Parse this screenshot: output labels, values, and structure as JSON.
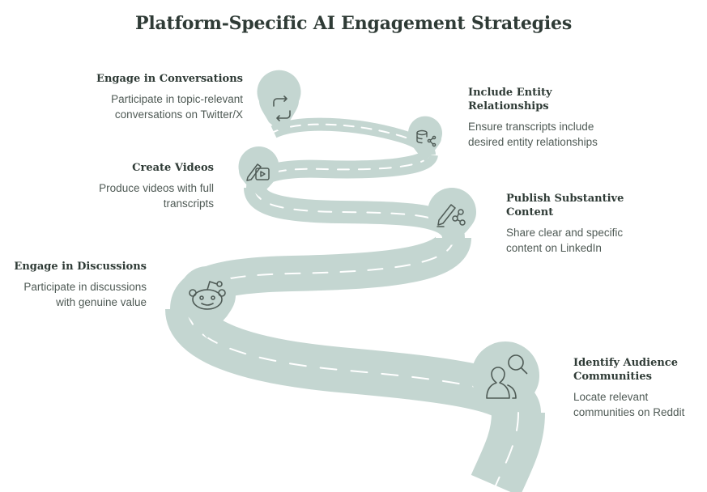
{
  "title": "Platform-Specific AI Engagement Strategies",
  "colors": {
    "road": "#c4d6d1",
    "pin": "#c4d6d1",
    "dash": "#ffffff",
    "icon": "#4f5b56",
    "heading": "#2f3b36",
    "body": "#4f5a55"
  },
  "steps": [
    {
      "id": "conversations",
      "heading": "Engage in Conversations",
      "text": "Participate in topic-relevant conversations on Twitter/X",
      "icon": "repost-icon"
    },
    {
      "id": "entity",
      "heading": "Include Entity Relationships",
      "text": "Ensure transcripts include desired entity relationships",
      "icon": "database-share-icon"
    },
    {
      "id": "videos",
      "heading": "Create Videos",
      "text": "Produce videos with full transcripts",
      "icon": "video-edit-icon"
    },
    {
      "id": "publish",
      "heading": "Publish Substantive Content",
      "text": "Share clear and specific content on LinkedIn",
      "icon": "pen-share-icon"
    },
    {
      "id": "discussions",
      "heading": "Engage in Discussions",
      "text": "Participate in discussions with genuine value",
      "icon": "reddit-alien-icon"
    },
    {
      "id": "communities",
      "heading": "Identify Audience Communities",
      "text": "Locate relevant communities on Reddit",
      "icon": "user-search-icon"
    }
  ]
}
